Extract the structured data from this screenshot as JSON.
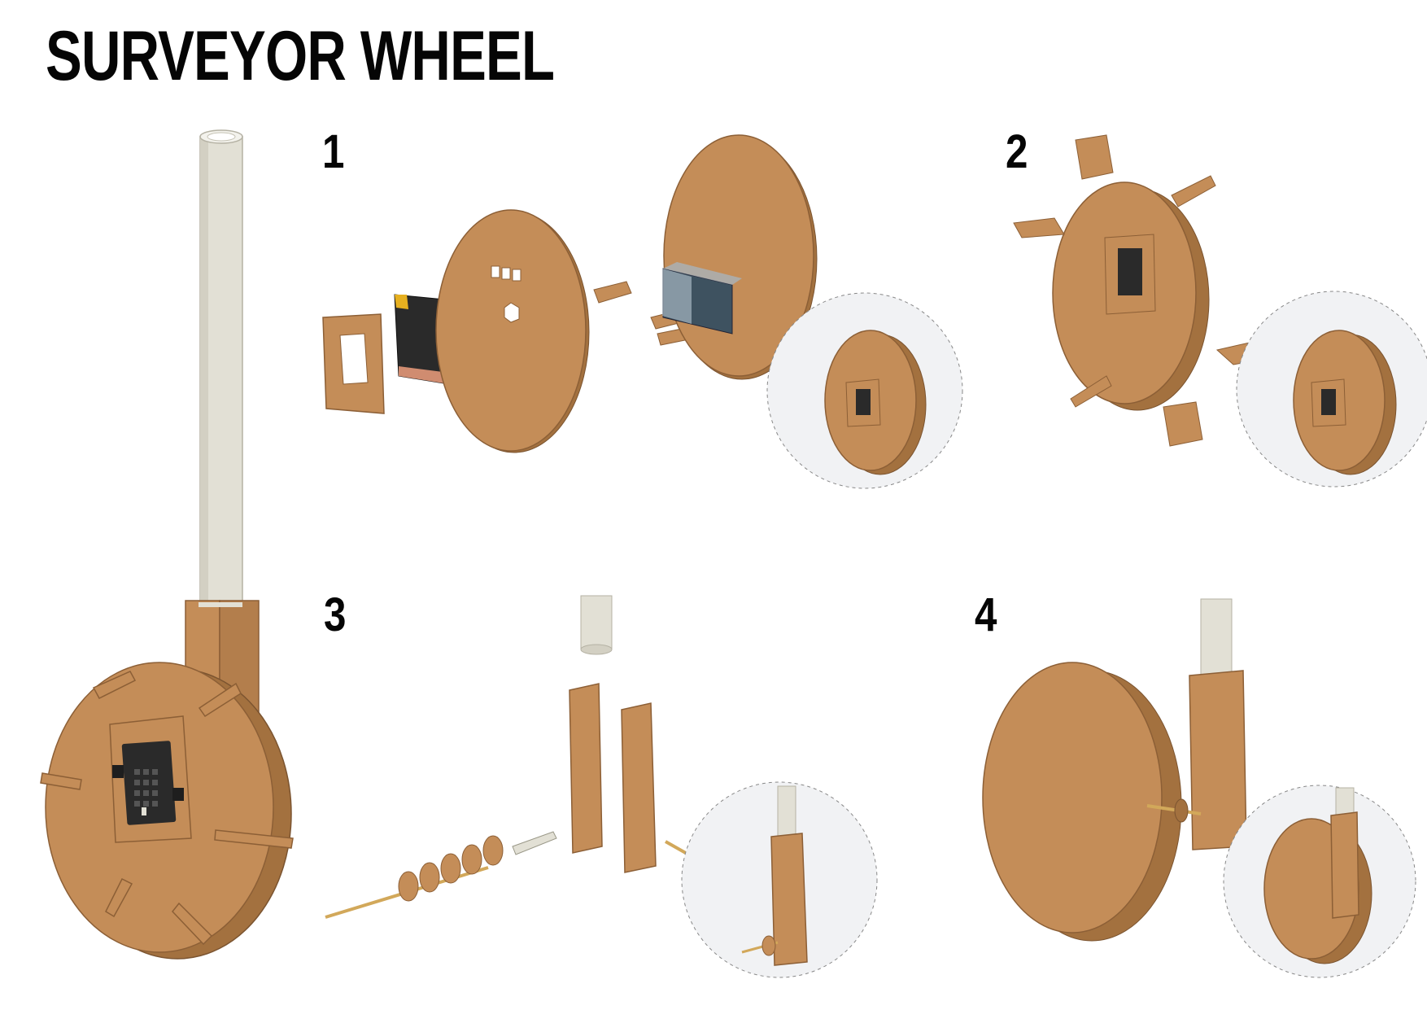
{
  "title": "SURVEYOR WHEEL",
  "steps": [
    {
      "number": "1"
    },
    {
      "number": "2"
    },
    {
      "number": "3"
    },
    {
      "number": "4"
    }
  ],
  "colors": {
    "cardboard": "#c48d58",
    "cardboard_dark": "#8c5f36",
    "cardboard_edge": "#a3713f",
    "pipe": "#e2e0d5",
    "pipe_shade": "#c9c6b8",
    "detail_bg": "#f1f2f4",
    "microbit": "#2a2a2a",
    "battery_case": "#3e5260"
  }
}
